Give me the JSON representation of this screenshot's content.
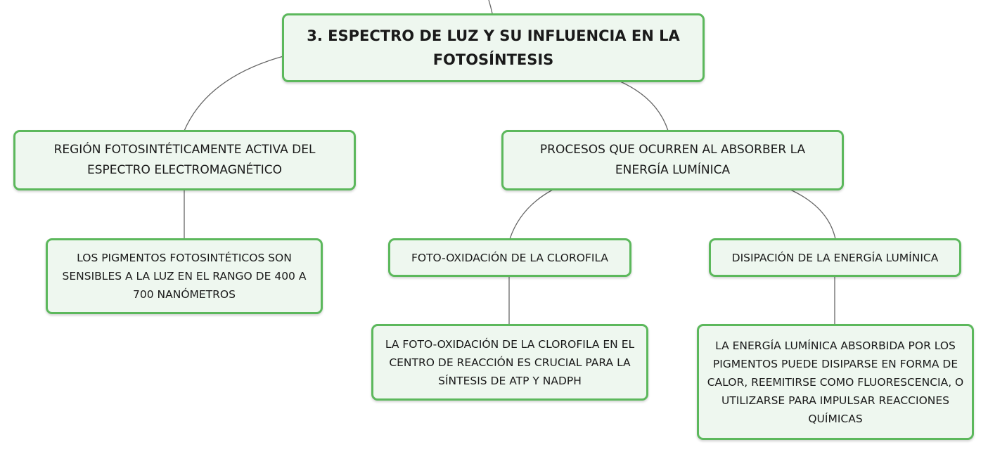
{
  "root": {
    "title": "3. ESPECTRO DE LUZ Y SU INFLUENCIA EN LA FOTOSÍNTESIS"
  },
  "nodes": {
    "region": "REGIÓN FOTOSINTÉTICAMENTE ACTIVA DEL ESPECTRO ELECTROMAGNÉTICO",
    "procesos": "PROCESOS QUE OCURREN AL ABSORBER LA ENERGÍA LUMÍNICA",
    "pigmentos": "LOS PIGMENTOS FOTOSINTÉTICOS SON SENSIBLES A LA LUZ EN EL RANGO DE 400 A 700 NANÓMETROS",
    "foto_oxidacion": "FOTO-OXIDACIÓN DE LA CLOROFILA",
    "disipacion": "DISIPACIÓN DE LA ENERGÍA LUMÍNICA",
    "foto_oxidacion_desc": "LA FOTO-OXIDACIÓN DE LA CLOROFILA EN EL CENTRO DE REACCIÓN ES CRUCIAL PARA LA SÍNTESIS DE ATP Y NADPH",
    "disipacion_desc": "LA ENERGÍA LUMÍNICA ABSORBIDA POR LOS PIGMENTOS PUEDE DISIPARSE EN FORMA DE CALOR, REEMITIRSE COMO FLUORESCENCIA, O UTILIZARSE PARA IMPULSAR REACCIONES QUÍMICAS"
  },
  "colors": {
    "node_border": "#5cb85c",
    "node_fill": "#eef7ef",
    "connector": "#666666"
  }
}
